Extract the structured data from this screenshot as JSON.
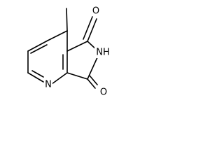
{
  "structure": {
    "atom_labels": {
      "ketone_oxygen_top": "O",
      "ketone_oxygen_bottom": "O",
      "imide_nitrogen": "NH",
      "pyridine_nitrogen": "N"
    }
  }
}
